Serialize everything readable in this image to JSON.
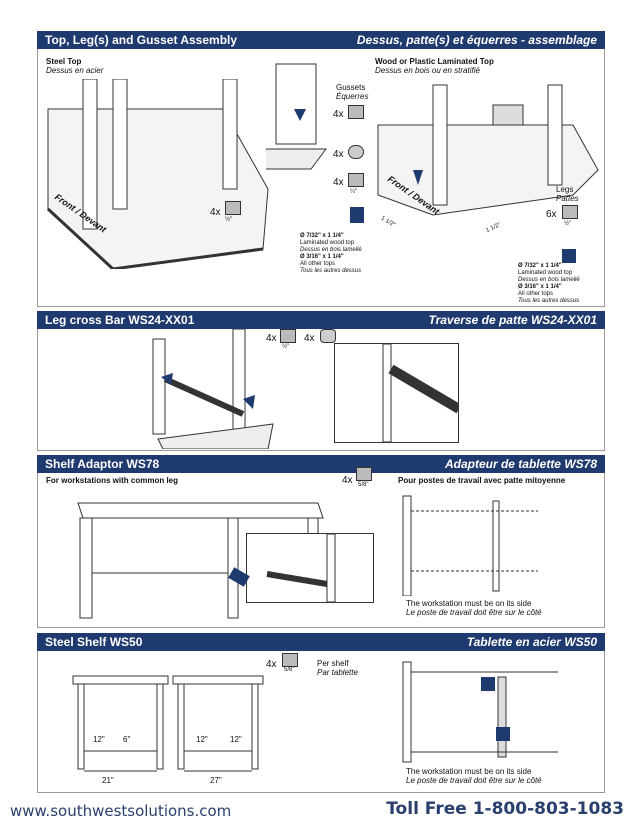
{
  "sections": [
    {
      "en": "Top, Leg(s) and Gusset Assembly",
      "fr": "Dessus, patte(s) et équerres - assemblage"
    },
    {
      "en": "Leg cross Bar WS24-XX01",
      "fr": "Traverse de patte WS24-XX01"
    },
    {
      "en": "Shelf Adaptor WS78",
      "fr": "Adapteur de tablette WS78"
    },
    {
      "en": "Steel Shelf WS50",
      "fr": "Tablette en acier WS50"
    }
  ],
  "s1": {
    "steel_top": "Steel Top",
    "steel_top_fr": "Dessus en acier",
    "wood_top": "Wood or Plastic Laminated Top",
    "wood_top_fr": "Dessus en bois ou en stratifié",
    "gussets": "Gussets",
    "gussets_fr": "Équerres",
    "front": "Front / Devant",
    "legs": "Legs",
    "legs_fr": "Pattes",
    "q4x_a": "4x",
    "q4x_b": "4x",
    "q4x_c": "4x",
    "q4x_d": "4x",
    "q6x": "6x",
    "half": "½\"",
    "quarter": "¼\"",
    "dim1": "1 1/2\"",
    "dim2": "1 1/2\"",
    "n1": "Ø 7/32\" x 1 1/4\"",
    "n2": "Laminated wood top",
    "n3": "Dessus en bois lamellé",
    "n4": "Ø 3/16\" x 1 1/4\"",
    "n5": "All other tops",
    "n6": "Tous les autres dessus"
  },
  "s2": {
    "q1": "4x",
    "q2": "4x",
    "sz": "½\""
  },
  "s3": {
    "left": "For workstations with common leg",
    "right": "Pour postes de travail avec patte mitoyenne",
    "q": "4x",
    "sz": "5/8\"",
    "side": "The workstation must be on its side",
    "side_fr": "Le poste de travail doit être sur le côté"
  },
  "s4": {
    "q": "4x",
    "sz": "5/8\"",
    "per": "Per shelf",
    "per_fr": "Par tablette",
    "d12a": "12\"",
    "d6": "6\"",
    "d21": "21\"",
    "d12b": "12\"",
    "d12c": "12\"",
    "d27": "27\"",
    "side": "The workstation must be on its side",
    "side_fr": "Le poste de travail doit être sur le côté"
  },
  "footer": {
    "site": "www.southwestsolutions.com",
    "toll": "Toll Free",
    "phone": "1-800-803-1083"
  }
}
